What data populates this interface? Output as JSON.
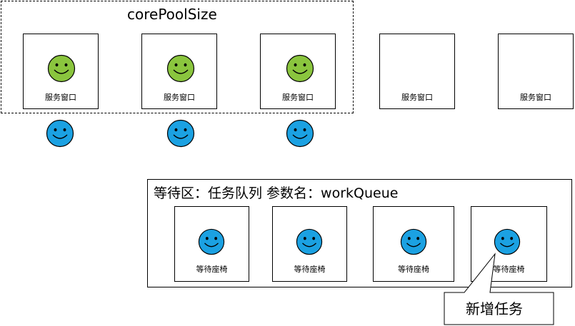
{
  "pool": {
    "title": "corePoolSize"
  },
  "windows": [
    {
      "label": "服务窗口",
      "occupied": true
    },
    {
      "label": "服务窗口",
      "occupied": true
    },
    {
      "label": "服务窗口",
      "occupied": true
    },
    {
      "label": "服务窗口",
      "occupied": false
    },
    {
      "label": "服务窗口",
      "occupied": false
    }
  ],
  "queue": {
    "title": "等待区：任务队列 参数名：workQueue",
    "seats": [
      {
        "label": "等待座椅"
      },
      {
        "label": "等待座椅"
      },
      {
        "label": "等待座椅"
      },
      {
        "label": "等待座椅"
      }
    ]
  },
  "callout": {
    "text": "新增任务"
  },
  "colors": {
    "served_face": "#8ac53e",
    "waiting_face": "#1ba1e2",
    "outline": "#000000"
  }
}
